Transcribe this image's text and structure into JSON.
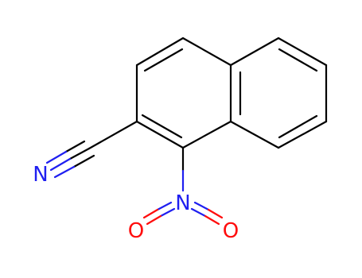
{
  "colors": {
    "carbon_bond": "#000000",
    "nitrogen": "#1f1ff0",
    "oxygen": "#ff0d0d",
    "background": "#ffffff"
  },
  "atoms": {
    "nitrile_nitrogen": {
      "symbol": "N",
      "color": "#1f1ff0"
    },
    "nitro_nitrogen": {
      "symbol": "N",
      "color": "#1f1ff0"
    },
    "nitro_oxygen_left": {
      "symbol": "O",
      "color": "#ff0d0d"
    },
    "nitro_oxygen_right": {
      "symbol": "O",
      "color": "#ff0d0d"
    }
  }
}
